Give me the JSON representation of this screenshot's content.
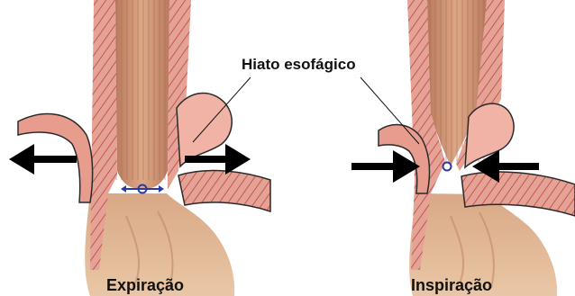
{
  "labels": {
    "hiatus": "Hiato esofágico",
    "expiration": "Expiração",
    "inspiration": "Inspiração"
  },
  "colors": {
    "tissue_pink": "#e7a59b",
    "muscle_red": "#d35a4e",
    "stomach_tan": "#dcb28c",
    "esophagus_lumen": "#c98f70",
    "arrow": "#000000",
    "hiatus_marker": "#2b3aa8"
  },
  "arrows": {
    "expiration": "outward",
    "inspiration": "inward"
  }
}
